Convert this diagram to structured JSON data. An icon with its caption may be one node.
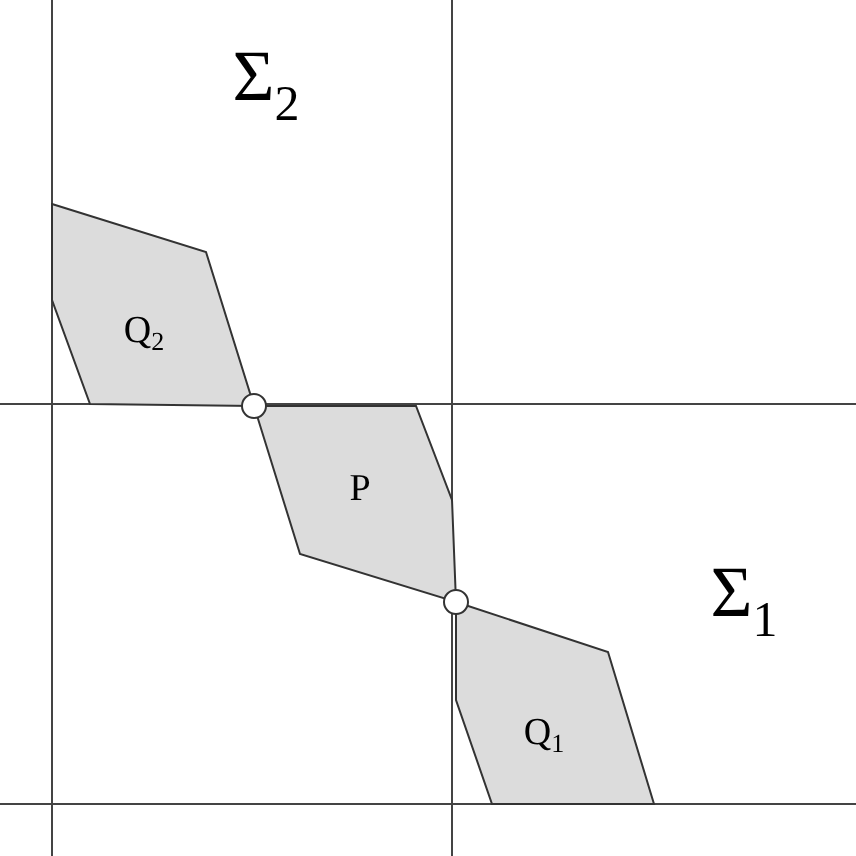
{
  "diagram": {
    "nodes": [
      {
        "text": [
          "Q$_{2}$"
        ]
      },
      {
        "text": [
          "P"
        ]
      },
      {
        "text": [
          "Q$_{1}$"
        ]
      }
    ],
    "labels": [
      "Σ$_{2}$",
      "Σ$_{1}$"
    ]
  }
}
